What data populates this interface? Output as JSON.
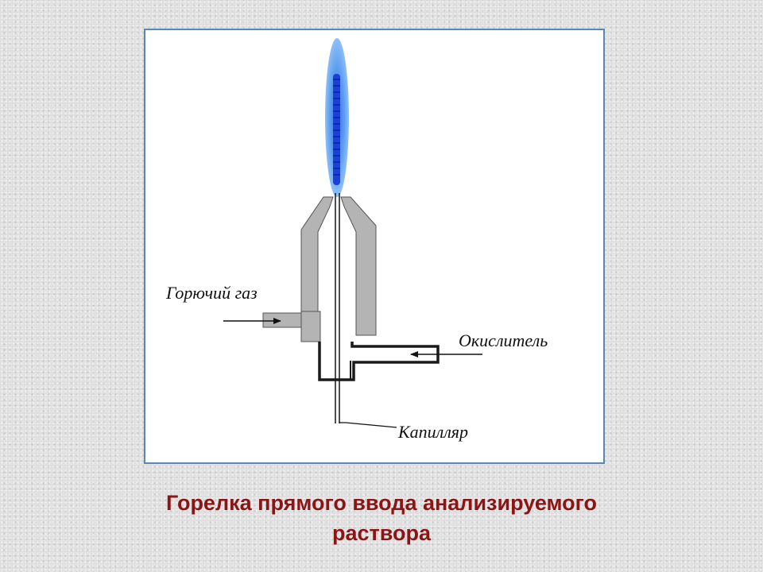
{
  "diagram": {
    "labels": {
      "fuel_gas": "Горючий газ",
      "oxidizer": "Окислитель",
      "capillary": "Капилляр"
    },
    "colors": {
      "frame_border": "#5a86b8",
      "burner_gray": "#b4b4b4",
      "outline": "#1a1a1a",
      "flame_outer": "#5b9cf0",
      "flame_core": "#1b3fd8",
      "caption": "#8b1414"
    }
  },
  "caption": {
    "line1": "Горелка прямого ввода анализируемого",
    "line2": "раствора"
  }
}
